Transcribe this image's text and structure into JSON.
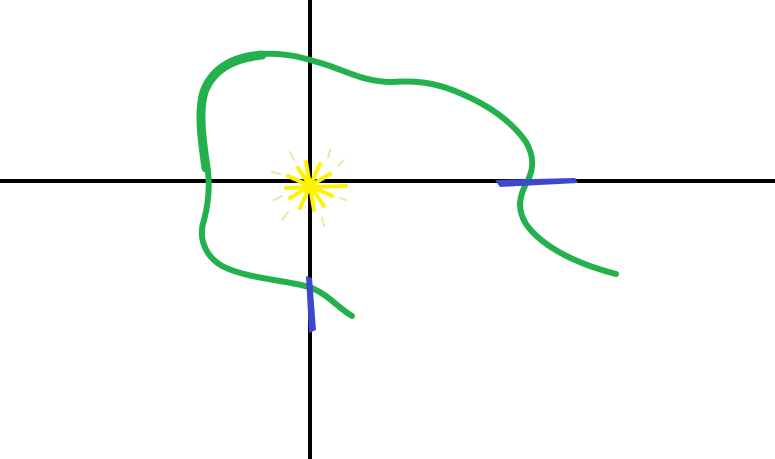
{
  "colors": {
    "background": "#ffffff",
    "axes": "#000000",
    "curve": "#22b14c",
    "markers": "#3f48cc",
    "sun": "#fff200",
    "sun_glow": "#efe4b0"
  },
  "elements": {
    "axes": "coordinate-axes",
    "curve": "green-freehand-curve",
    "marker_on_x_axis": "blue-tick-mark",
    "marker_on_y_axis": "blue-tick-mark",
    "origin_symbol": "yellow-star-burst"
  }
}
